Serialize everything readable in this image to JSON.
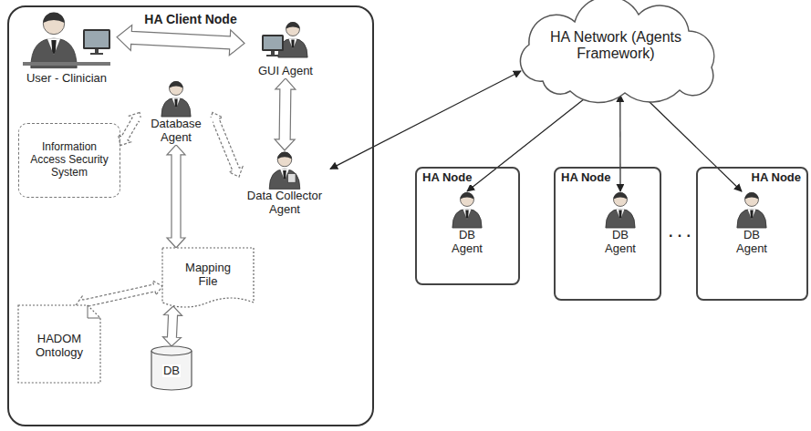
{
  "diagram": {
    "nodes": [
      {
        "text": [
          "HA Client Node"
        ]
      },
      {
        "text": [
          "User - Clinician"
        ],
        "in": 0
      },
      {
        "text": [
          "GUI Agent"
        ],
        "in": 0
      },
      {
        "text": [
          "Database Agent"
        ],
        "in": 0
      },
      {
        "text": [
          "Information Access Security System"
        ],
        "in": 0
      },
      {
        "text": [
          "Data Collector Agent"
        ],
        "in": 0
      },
      {
        "text": [
          "Mapping File"
        ],
        "in": 0
      },
      {
        "text": [
          "HADOM Ontology"
        ],
        "in": 0
      },
      {
        "text": [
          "DB"
        ],
        "in": 0
      },
      {
        "text": [
          "HA Network (Agents Framework)"
        ]
      },
      {
        "text": [
          "HA Node"
        ]
      },
      {
        "text": [
          "DB Agent"
        ],
        "in": 10
      },
      {
        "text": [
          "HA Node"
        ]
      },
      {
        "text": [
          "DB Agent"
        ],
        "in": 12
      },
      {
        "text": [
          "HA Node"
        ]
      },
      {
        "text": [
          "DB Agent"
        ],
        "in": 14
      }
    ],
    "edges": [
      {
        "from": 1,
        "to": 2,
        "arrow": "both"
      },
      {
        "from": 2,
        "to": 5,
        "arrow": "both"
      },
      {
        "from": 3,
        "to": 4,
        "arrow": "both"
      },
      {
        "from": 3,
        "to": 6,
        "arrow": "both"
      },
      {
        "from": 3,
        "to": 5,
        "arrow": "both"
      },
      {
        "from": 7,
        "to": 6,
        "arrow": "both"
      },
      {
        "from": 6,
        "to": 8,
        "arrow": "both"
      },
      {
        "from": 5,
        "to": 9,
        "arrow": "both"
      },
      {
        "from": 9,
        "to": 11,
        "arrow": "to"
      },
      {
        "from": 9,
        "to": 13,
        "arrow": "both"
      },
      {
        "from": 9,
        "to": 15,
        "arrow": "to"
      }
    ],
    "labels": [
      "· · ·"
    ]
  }
}
